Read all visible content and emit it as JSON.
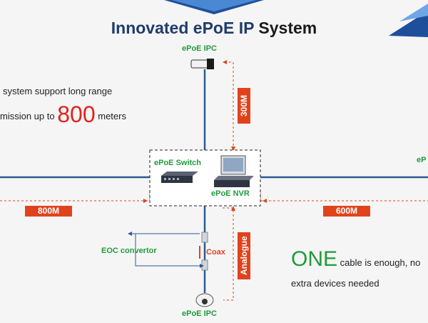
{
  "title_parts": {
    "a": "Innovated ePoE IP",
    "b": "System"
  },
  "left_text": {
    "line1": "system support long range",
    "line2a": "mission up to",
    "line2_num": "800",
    "line2b": "meters"
  },
  "top_camera_label": "ePoE IPC",
  "bottom_camera_label": "ePoE IPC",
  "switch_label": "ePoE Switch",
  "nvr_label": "ePoE NVR",
  "right_cut_label": "eP",
  "distance_tags": {
    "vertical": "300M",
    "left": "800M",
    "right": "600M"
  },
  "analogue_tag": "Analogue",
  "coax_label": "Coax",
  "eoc_label": "EOC convertor",
  "one_cable": {
    "big": "ONE",
    "rest": "cable is enough, no",
    "line2": "extra devices needed"
  },
  "colors": {
    "title": "#1f3c6b",
    "green": "#1e9b3a",
    "red": "#e0431c",
    "line": "#2b5a94"
  }
}
